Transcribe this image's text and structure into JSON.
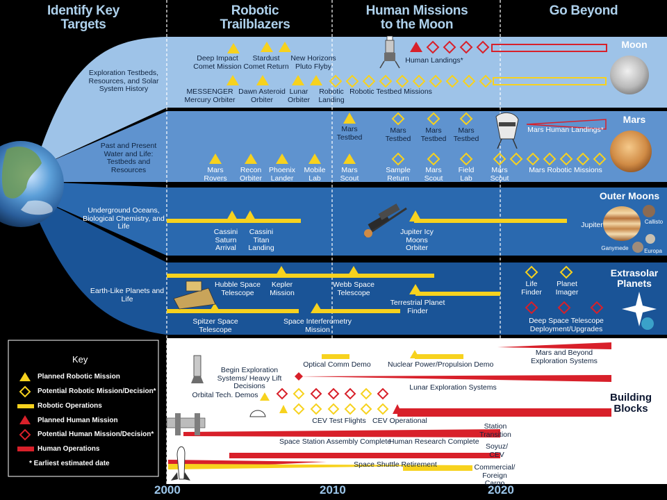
{
  "headers": {
    "identify": "Identify Key Targets",
    "robotic": "Robotic Trailblazers",
    "human": "Human Missions to the Moon",
    "beyond": "Go Beyond"
  },
  "bands": {
    "moon": {
      "title": "Moon",
      "desc": "Exploration Testbeds, Resources, and Solar System History",
      "labels": {
        "deep_impact": "Deep Impact Comet Mission",
        "stardust": "Stardust Comet Return",
        "new_horizons": "New Horizons Pluto Flyby",
        "human_landings": "Human Landings*",
        "messenger": "MESSENGER Mercury Orbiter",
        "dawn": "Dawn Asteroid Orbiter",
        "lunar_orbiter": "Lunar Orbiter",
        "robotic_landing": "Robotic Landing",
        "robotic_testbed": "Robotic Testbed Missions"
      }
    },
    "mars": {
      "title": "Mars",
      "desc": "Past and Present Water and Life: Testbeds and Resources",
      "labels": {
        "mars_testbed_1": "Mars Testbed",
        "mars_testbed_2": "Mars Testbed",
        "mars_testbed_3": "Mars Testbed",
        "mars_testbed_4": "Mars Testbed",
        "mars_human_landings": "Mars Human Landings*",
        "mars_rovers": "Mars Rovers",
        "recon_orbiter": "Recon Orbiter",
        "phoenix_lander": "Phoenix Lander",
        "mobile_lab": "Mobile Lab",
        "mars_scout_1": "Mars Scout",
        "sample_return": "Sample Return",
        "mars_scout_2": "Mars Scout",
        "field_lab": "Field Lab",
        "mars_scout_3": "Mars Scout",
        "mars_robotic_missions": "Mars Robotic Missions"
      }
    },
    "outer": {
      "title": "Outer Moons",
      "desc": "Underground Oceans, Biological Chemistry, and Life",
      "labels": {
        "cassini_saturn": "Cassini Saturn Arrival",
        "cassini_titan": "Cassini Titan Landing",
        "jupiter_icy": "Jupiter Icy Moons Orbiter",
        "jupiter": "Jupiter",
        "callisto": "Callisto",
        "ganymede": "Ganymede",
        "europa": "Europa"
      }
    },
    "extrasolar": {
      "title": "Extrasolar Planets",
      "desc": "Earth-Like Planets and Life",
      "labels": {
        "hubble": "Hubble Space Telescope",
        "kepler": "Kepler Mission",
        "webb": "Webb Space Telescope",
        "tpf": "Terrestrial Planet Finder",
        "spitzer": "Spitzer Space Telescope",
        "sim": "Space Interferometry Mission",
        "life_finder": "Life Finder",
        "planet_imager": "Planet Imager",
        "deep_space": "Deep Space Telescope Deployment/Upgrades"
      }
    }
  },
  "key": {
    "title": "Key",
    "items": [
      "Planned Robotic Mission",
      "Potential Robotic Mission/Decision*",
      "Robotic Operations",
      "Planned Human Mission",
      "Potential Human Mission/Decision*",
      "Human Operations",
      "* Earliest estimated date"
    ]
  },
  "building_blocks": {
    "title": "Building Blocks",
    "labels": {
      "mars_beyond_systems": "Mars and Beyond Exploration Systems",
      "optical_comm": "Optical Comm Demo",
      "nuclear": "Nuclear Power/Propulsion Demo",
      "begin_exploration": "Begin Exploration Systems/ Heavy Lift Decisions",
      "lunar_exploration": "Lunar Exploration Systems",
      "orbital_tech": "Orbital Tech. Demos",
      "cev_test": "CEV Test Flights",
      "cev_operational": "CEV Operational",
      "station_transition": "Station Transition",
      "station_assembly": "Space Station Assembly Complete",
      "human_research": "Human Research Complete",
      "soyuz": "Soyuz/ CEV",
      "shuttle_retirement": "Space Shuttle Retirement",
      "commercial": "Commercial/ Foreign Cargo"
    }
  },
  "years": [
    "2000",
    "2010",
    "2020"
  ],
  "colors": {
    "robotic": "#f7d21e",
    "human": "#d8202a",
    "moon_band": "#9ec3e8",
    "mars_band": "#5a8fcd",
    "outer_band": "#1d5ea4",
    "extrasolar_band": "#154e8f",
    "building_band": "#ffffff"
  }
}
